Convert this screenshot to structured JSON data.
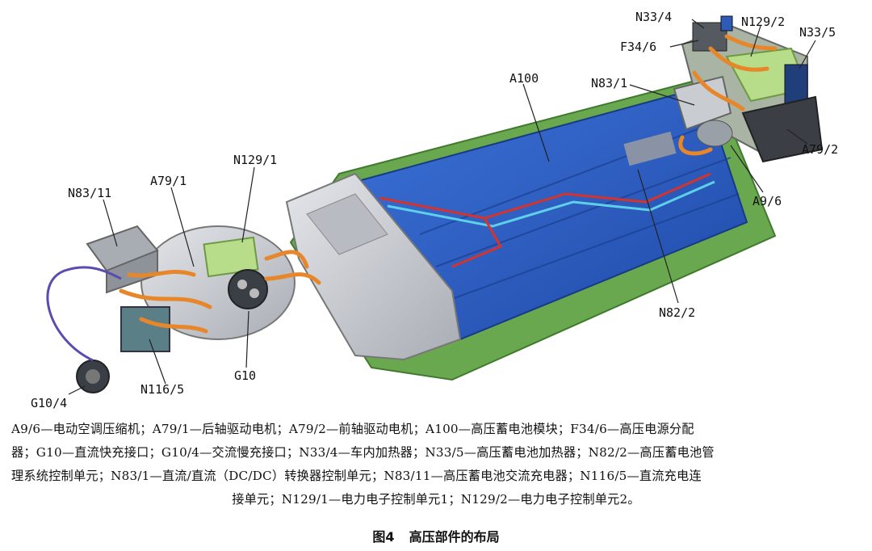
{
  "labels": {
    "n33_4": "N33/4",
    "n129_2": "N129/2",
    "n33_5": "N33/5",
    "f34_6": "F34/6",
    "a100": "A100",
    "n83_1": "N83/1",
    "a79_2": "A79/2",
    "a9_6": "A9/6",
    "n129_1": "N129/1",
    "n83_11": "N83/11",
    "a79_1": "A79/1",
    "n82_2": "N82/2",
    "n116_5": "N116/5",
    "g10": "G10",
    "g10_4": "G10/4"
  },
  "caption": {
    "line1": "A9/6—电动空调压缩机；A79/1—后轴驱动电机；A79/2—前轴驱动电机；A100—高压蓄电池模块；F34/6—高压电源分配",
    "line2": "器；G10—直流快充接口；G10/4—交流慢充接口；N33/4—车内加热器；N33/5—高压蓄电池加热器；N82/2—高压蓄电池管",
    "line3": "理系统控制单元；N83/1—直流/直流（DC/DC）转换器控制单元；N83/11—高压蓄电池交流充电器；N116/5—直流充电连",
    "line4": "接单元；N129/1—电力电子控制单元1；N129/2—电力电子控制单元2。"
  },
  "figure_title": {
    "number": "图4",
    "text": "高压部件的布局"
  },
  "colors": {
    "battery_blue": "#2b5cc4",
    "tray_green": "#6aa84f",
    "cable_orange": "#e8862a",
    "housing_gray": "#c9ccd1",
    "controller_green": "#b7dc8a"
  }
}
